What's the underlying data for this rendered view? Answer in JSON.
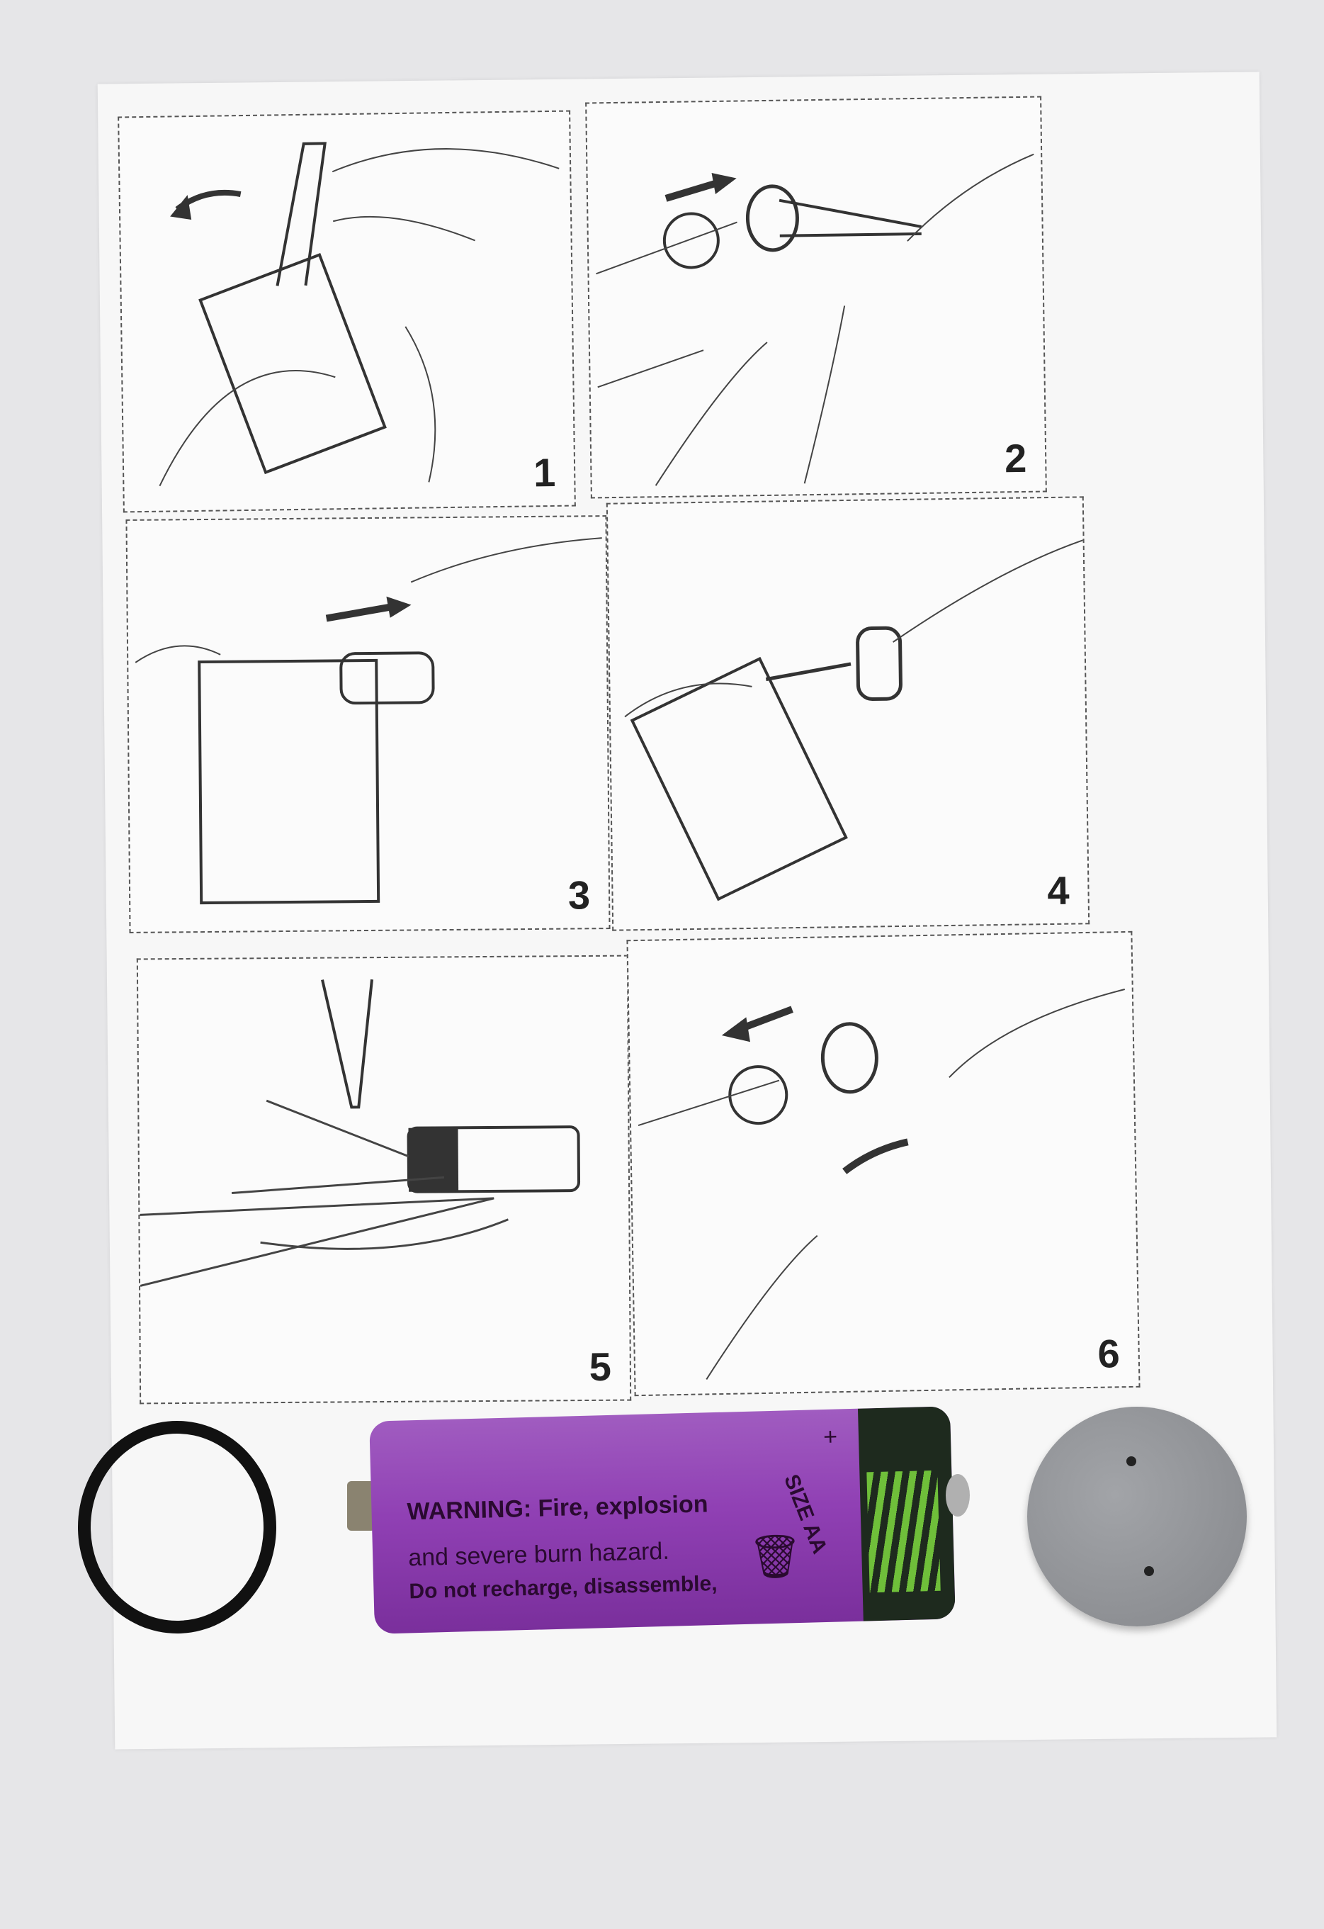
{
  "instruction_sheet": {
    "panels": [
      {
        "number": "1",
        "action": "arrow-curved-left"
      },
      {
        "number": "2",
        "action": "arrow-right"
      },
      {
        "number": "3",
        "action": "arrow-right"
      },
      {
        "number": "4",
        "action": "soldering"
      },
      {
        "number": "5",
        "action": "soldering"
      },
      {
        "number": "6",
        "action": "arrow-left"
      }
    ]
  },
  "battery": {
    "warning_line1": "WARNING: Fire, explosion",
    "warning_line2": "and severe burn hazard.",
    "warning_line3": "Do not recharge, disassemble,",
    "size_label": "SIZE AA",
    "plus_sign": "+",
    "colors": {
      "body": "#9040b4",
      "cap": "#1e2a1e",
      "stripe": "#6fbf3a"
    }
  },
  "colors": {
    "background": "#e6e6e8",
    "oring": "#111111",
    "cap_disk": "#96989c"
  }
}
